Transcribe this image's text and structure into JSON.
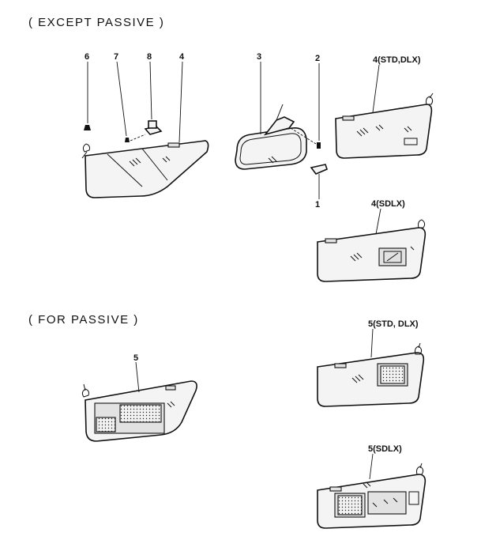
{
  "headings": {
    "except_passive": "( EXCEPT PASSIVE )",
    "for_passive": "( FOR PASSIVE )"
  },
  "callouts": {
    "c6": "6",
    "c7": "7",
    "c8": "8",
    "c4": "4",
    "c3": "3",
    "c2": "2",
    "c1": "1",
    "c4_std_dlx": "4(STD,DLX)",
    "c4_sdlx": "4(SDLX)",
    "c5": "5",
    "c5_std_dlx": "5(STD, DLX)",
    "c5_sdlx": "5(SDLX)"
  }
}
